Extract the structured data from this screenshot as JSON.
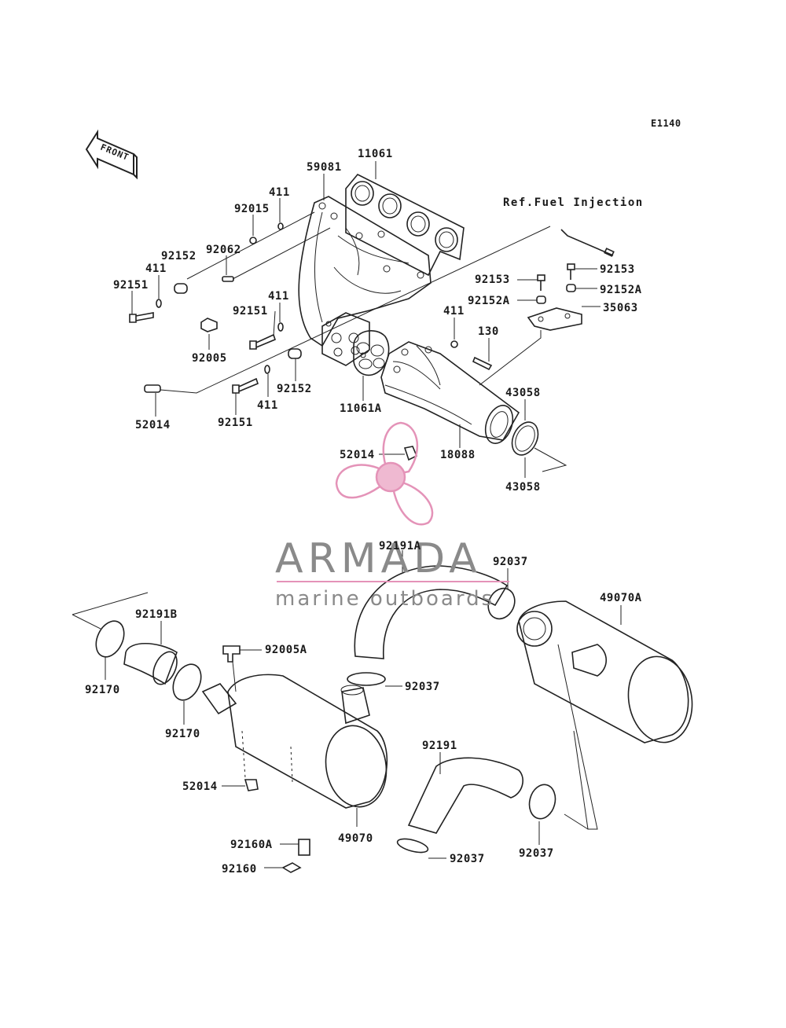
{
  "diagram_code": "E1140",
  "reference_note": "Ref.Fuel Injection",
  "front_label": "FRONT",
  "watermark": {
    "brand": "ARMADA",
    "tagline": "marine outboards",
    "colors": {
      "logo": "#e493b8",
      "text": "#8a8a8a",
      "line": "#e493b8"
    }
  },
  "parts": [
    {
      "id": "p1",
      "label": "11061"
    },
    {
      "id": "p2",
      "label": "59081"
    },
    {
      "id": "p3",
      "label": "411"
    },
    {
      "id": "p4",
      "label": "92015"
    },
    {
      "id": "p5",
      "label": "92062"
    },
    {
      "id": "p6",
      "label": "92152"
    },
    {
      "id": "p7",
      "label": "411"
    },
    {
      "id": "p8",
      "label": "92151"
    },
    {
      "id": "p9",
      "label": "411"
    },
    {
      "id": "p10",
      "label": "92151"
    },
    {
      "id": "p11",
      "label": "92005"
    },
    {
      "id": "p12",
      "label": "411"
    },
    {
      "id": "p13",
      "label": "130"
    },
    {
      "id": "p14",
      "label": "92153"
    },
    {
      "id": "p15",
      "label": "92152A"
    },
    {
      "id": "p16",
      "label": "92153"
    },
    {
      "id": "p17",
      "label": "92152A"
    },
    {
      "id": "p18",
      "label": "35063"
    },
    {
      "id": "p19",
      "label": "52014"
    },
    {
      "id": "p20",
      "label": "92151"
    },
    {
      "id": "p21",
      "label": "411"
    },
    {
      "id": "p22",
      "label": "92152"
    },
    {
      "id": "p23",
      "label": "11061A"
    },
    {
      "id": "p24",
      "label": "43058"
    },
    {
      "id": "p25",
      "label": "52014"
    },
    {
      "id": "p26",
      "label": "18088"
    },
    {
      "id": "p27",
      "label": "43058"
    },
    {
      "id": "p28",
      "label": "92191A"
    },
    {
      "id": "p29",
      "label": "92037"
    },
    {
      "id": "p30",
      "label": "49070A"
    },
    {
      "id": "p31",
      "label": "92191B"
    },
    {
      "id": "p32",
      "label": "92005A"
    },
    {
      "id": "p33",
      "label": "92170"
    },
    {
      "id": "p34",
      "label": "92170"
    },
    {
      "id": "p35",
      "label": "92037"
    },
    {
      "id": "p36",
      "label": "52014"
    },
    {
      "id": "p37",
      "label": "92191"
    },
    {
      "id": "p38",
      "label": "49070"
    },
    {
      "id": "p39",
      "label": "92037"
    },
    {
      "id": "p40",
      "label": "92160A"
    },
    {
      "id": "p41",
      "label": "92037"
    },
    {
      "id": "p42",
      "label": "92160"
    }
  ]
}
